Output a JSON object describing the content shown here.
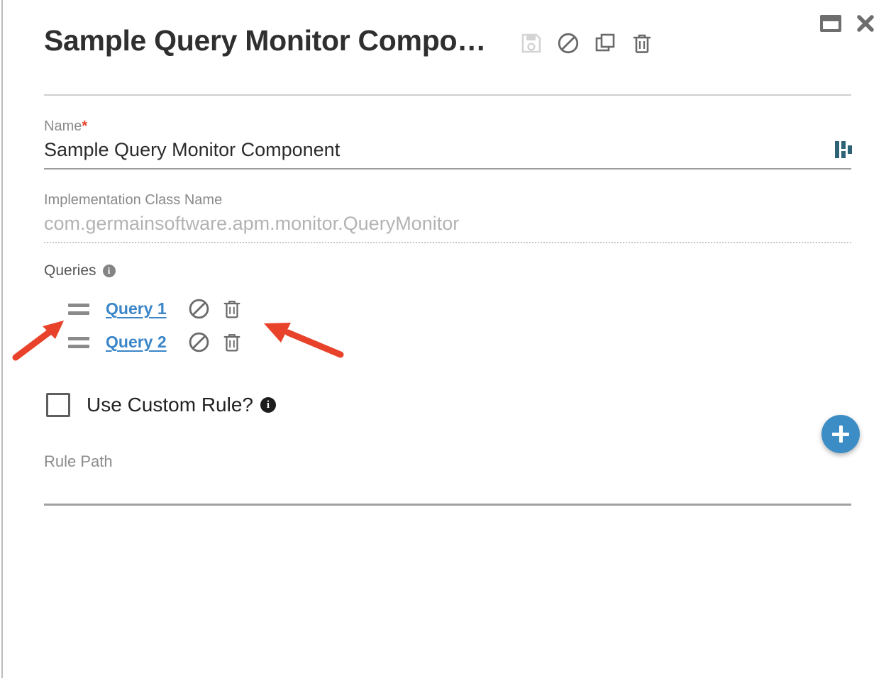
{
  "window": {
    "restore_icon": "restore-window-icon",
    "close_icon": "close-icon"
  },
  "header": {
    "title": "Sample Query Monitor Compo…",
    "actions": [
      {
        "name": "save-icon",
        "label": "Save",
        "state": "disabled"
      },
      {
        "name": "cancel-icon",
        "label": "Cancel",
        "state": "enabled"
      },
      {
        "name": "duplicate-icon",
        "label": "Duplicate",
        "state": "enabled"
      },
      {
        "name": "delete-icon",
        "label": "Delete",
        "state": "enabled"
      }
    ]
  },
  "form": {
    "name_field": {
      "label": "Name",
      "required_marker": "*",
      "value": "Sample Query Monitor Component",
      "trailing_icon": "bar-chart-icon",
      "trailing_icon_color": "#2e6375"
    },
    "impl_field": {
      "label": "Implementation Class Name",
      "value": "com.germainsoftware.apm.monitor.QueryMonitor",
      "state": "disabled"
    },
    "queries": {
      "label": "Queries",
      "info_icon": "info-icon",
      "add_button_label": "+",
      "add_button_color": "#3c8dc5",
      "items": [
        {
          "drag_handle": "drag-handle-icon",
          "label": "Query 1",
          "disable_icon": "no-entry-icon",
          "delete_icon": "trash-icon"
        },
        {
          "drag_handle": "drag-handle-icon",
          "label": "Query 2",
          "disable_icon": "no-entry-icon",
          "delete_icon": "trash-icon"
        }
      ]
    },
    "custom_rule": {
      "label": "Use Custom Rule?",
      "checked": false,
      "info_icon": "info-icon"
    },
    "rule_path": {
      "label": "Rule Path",
      "value": "",
      "placeholder": ""
    }
  },
  "annotations": {
    "arrow_color": "#e8432a",
    "arrows": [
      {
        "name": "arrow-pointing-to-drag-handle",
        "target": "drag-handle of Query 1"
      },
      {
        "name": "arrow-pointing-to-delete-icon",
        "target": "trash icon of Query 1"
      }
    ]
  }
}
